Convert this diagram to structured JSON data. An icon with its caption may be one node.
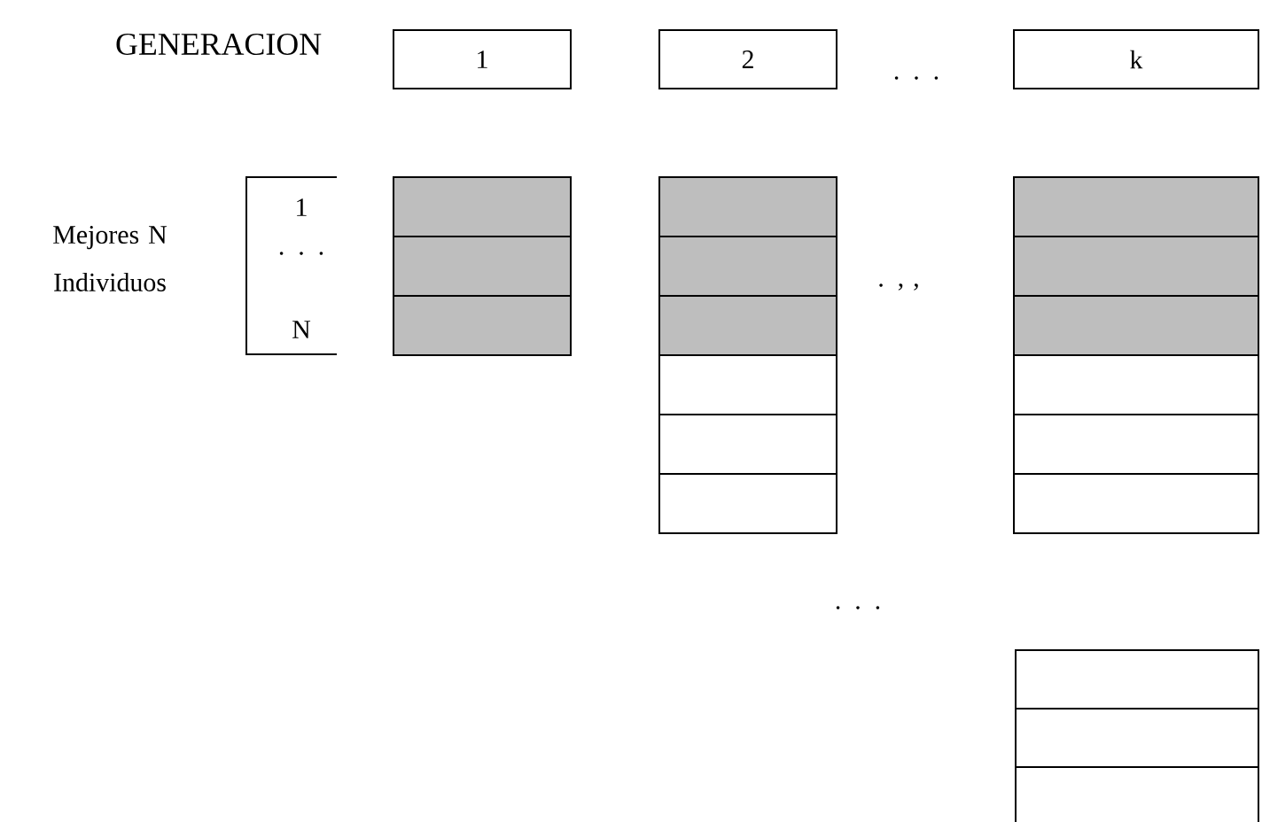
{
  "diagram": {
    "nodes": [
      {
        "text": [
          "1"
        ]
      },
      {
        "text": [
          "2"
        ]
      },
      {
        "text": [
          "k"
        ]
      },
      {
        "text": [],
        "shape": "box"
      },
      {
        "text": [],
        "shape": "box"
      },
      {
        "text": [],
        "shape": "box"
      },
      {
        "text": [],
        "shape": "box"
      },
      {
        "text": [],
        "shape": "box"
      },
      {
        "text": [],
        "shape": "box"
      },
      {
        "text": [],
        "shape": "box"
      },
      {
        "text": [],
        "shape": "box"
      },
      {
        "text": [],
        "shape": "box"
      },
      {
        "text": [],
        "shape": "box"
      },
      {
        "text": [],
        "shape": "box"
      },
      {
        "text": [],
        "shape": "box"
      },
      {
        "text": [],
        "shape": "box"
      },
      {
        "text": [],
        "shape": "box"
      },
      {
        "text": [],
        "shape": "box"
      },
      {
        "text": [],
        "shape": "box"
      },
      {
        "text": [],
        "shape": "box"
      },
      {
        "text": [],
        "shape": "box"
      }
    ],
    "labels": [
      "GENERACION",
      ". . .",
      "Mejores N Individuos",
      "1",
      ". . .",
      "N",
      ". , ,",
      ". . ."
    ]
  }
}
